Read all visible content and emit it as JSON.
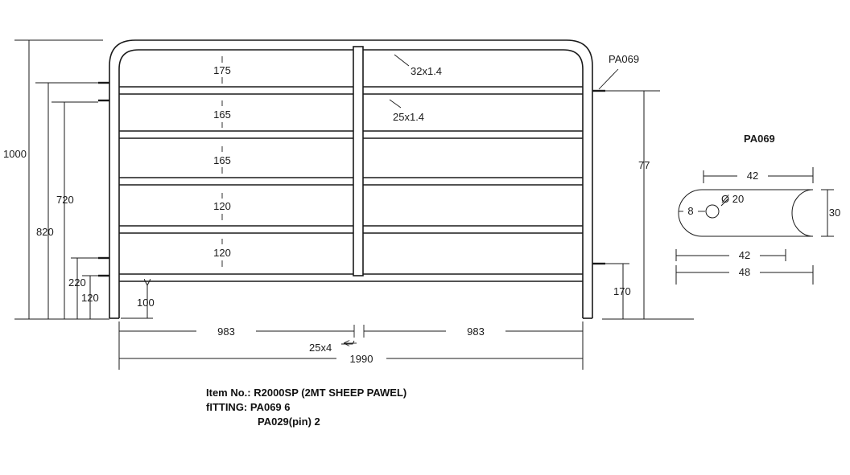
{
  "colors": {
    "line": "#1a1a1a",
    "paper": "#ffffff"
  },
  "gate": {
    "gaps": [
      "175",
      "165",
      "165",
      "120",
      "120"
    ],
    "dims": {
      "total_height": "1000",
      "h820": "820",
      "h720": "720",
      "h220": "220",
      "h120": "120",
      "bottom_gap": "100",
      "right_height": "77",
      "right_bottom": "170",
      "half_left": "983",
      "half_right": "983",
      "total_width": "1990",
      "stay": "25x4"
    },
    "callouts": {
      "top_tube": "32x1.4",
      "rail_tube": "25x1.4",
      "fitting": "PA069"
    }
  },
  "detail": {
    "title": "PA069",
    "top_len": "42",
    "offset": "8",
    "hole": "Ø 20",
    "height": "30",
    "bottom_len": "42",
    "total_len": "48"
  },
  "notes": {
    "line1": "Item No.: R2000SP (2MT SHEEP PAWEL)",
    "line2": "fITTING: PA069  6",
    "line3": "PA029(pin) 2"
  }
}
